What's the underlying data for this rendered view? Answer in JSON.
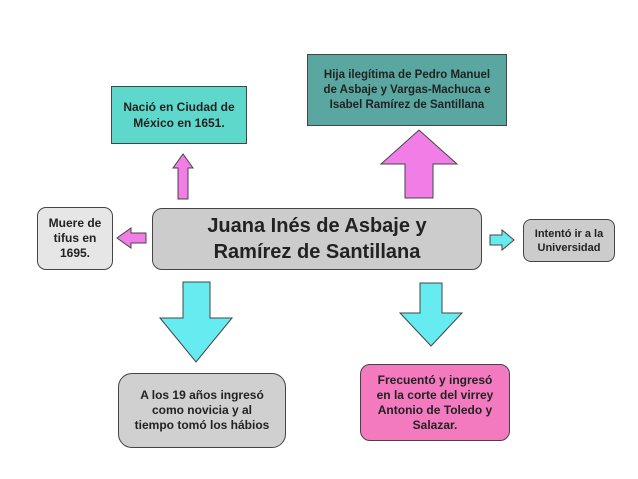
{
  "central": {
    "title": "Juana Inés de Asbaje y\nRamírez de Santillana"
  },
  "nodes": {
    "birth": "Nació en Ciudad de\nMéxico en 1651.",
    "parents": "Hija ilegítima de Pedro Manuel\nde Asbaje y Vargas-Machuca e\nIsabel Ramírez de Santillana",
    "death": "Muere de\ntifus en\n1695.",
    "university": "Intentó ir a la\nUniversidad",
    "novice": "A los 19 años ingresó\ncomo novicia  y al\ntiempo tomó los hábios",
    "court": "Frecuentó y ingresó\nen la corte del virrey\nAntonio de Toledo y\nSalazar."
  },
  "colors": {
    "central_fill": "#cccccc",
    "birth_fill": "#5fd8cc",
    "parents_fill": "#5aa7a2",
    "death_fill": "#e6e6e6",
    "university_fill": "#cccccc",
    "novice_fill": "#d0d0d0",
    "court_fill": "#f47ac0",
    "arrow_pink": "#f07ee6",
    "arrow_cyan": "#66ecf0"
  }
}
